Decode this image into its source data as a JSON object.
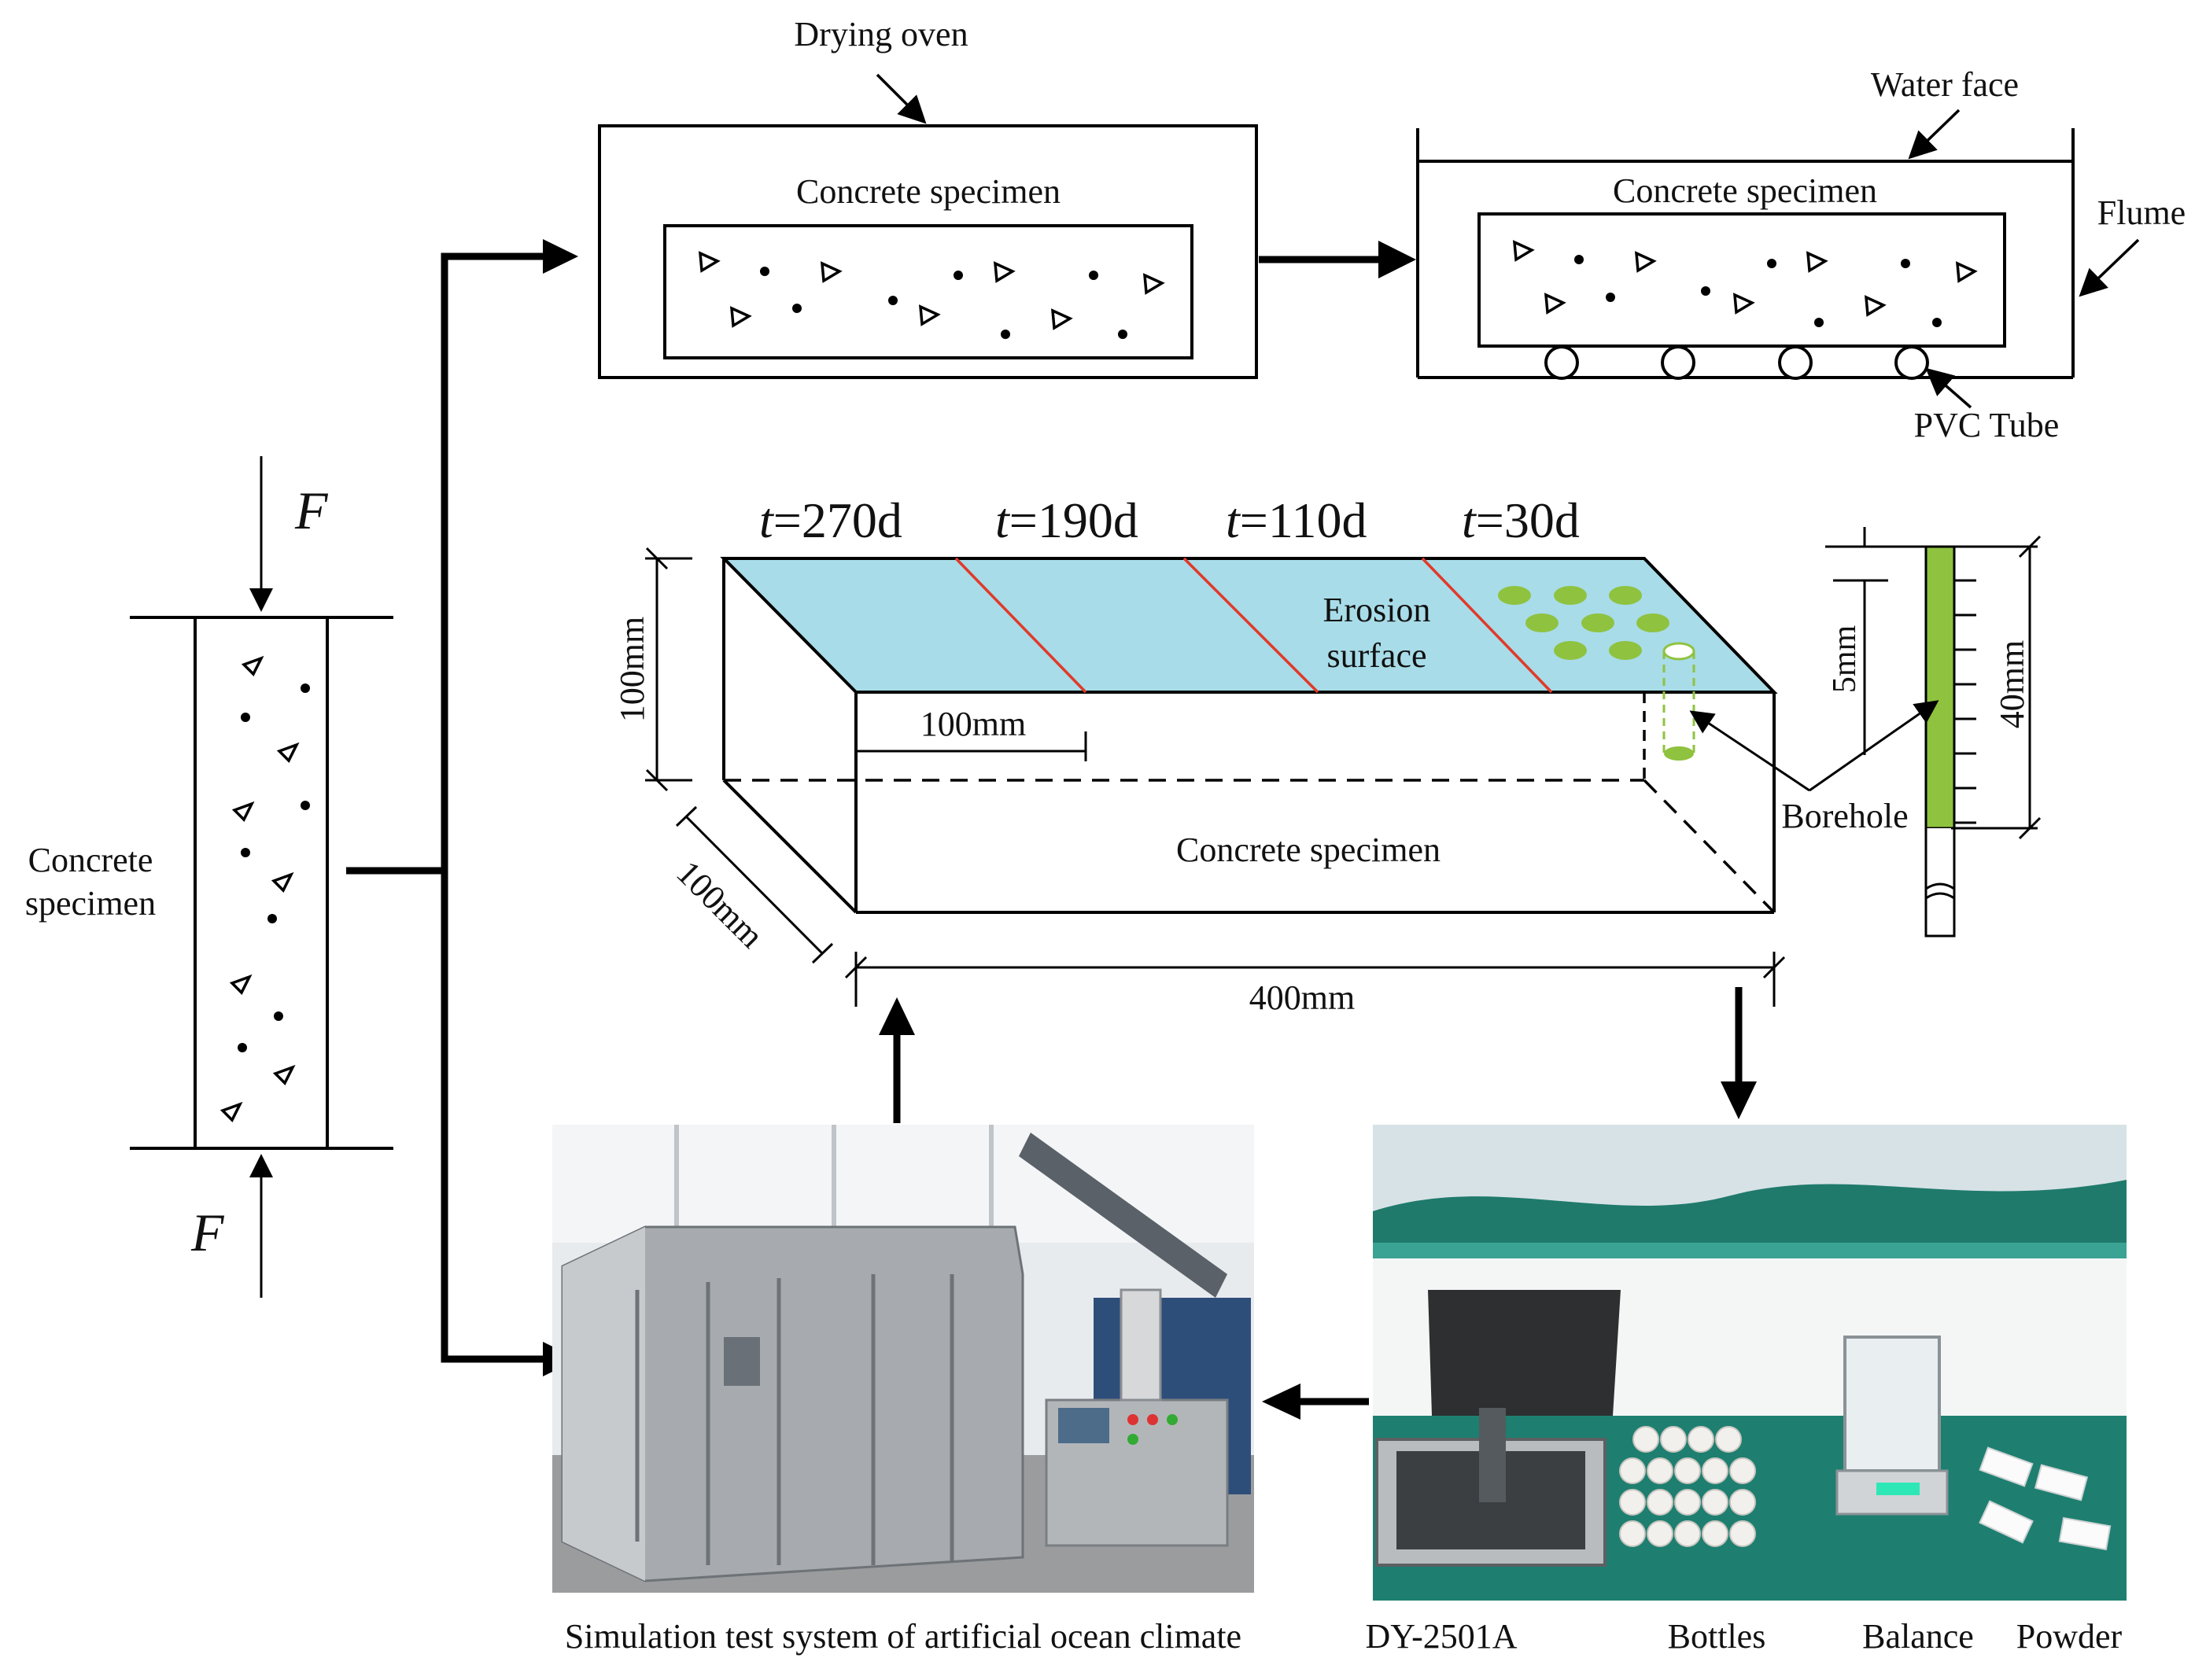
{
  "labels": {
    "drying_oven": "Drying oven",
    "concrete_specimen": "Concrete specimen",
    "water_face": "Water face",
    "flume": "Flume",
    "pvc_tube": "PVC Tube",
    "force": "F",
    "concrete_line1": "Concrete",
    "concrete_line2": "specimen",
    "erosion_line1": "Erosion",
    "erosion_line2": "surface",
    "borehole": "Borehole",
    "dim_100mm": "100mm",
    "dim_400mm": "400mm",
    "dim_40mm": "40mm",
    "dim_5mm": "5mm",
    "sim_system": "Simulation test system of artificial ocean climate",
    "dy2501a": "DY-2501A",
    "bottles": "Bottles",
    "balance": "Balance",
    "powder": "Powder"
  },
  "time_labels": [
    {
      "t": "t",
      "rest": "=270d"
    },
    {
      "t": "t",
      "rest": "=190d"
    },
    {
      "t": "t",
      "rest": "=110d"
    },
    {
      "t": "t",
      "rest": "=30d"
    }
  ],
  "colors": {
    "erosion_surface": "#a8dce8",
    "time_divider": "#e03a2a",
    "sample_spot": "#8fc23f",
    "borehole_fill": "#8fc23f"
  }
}
